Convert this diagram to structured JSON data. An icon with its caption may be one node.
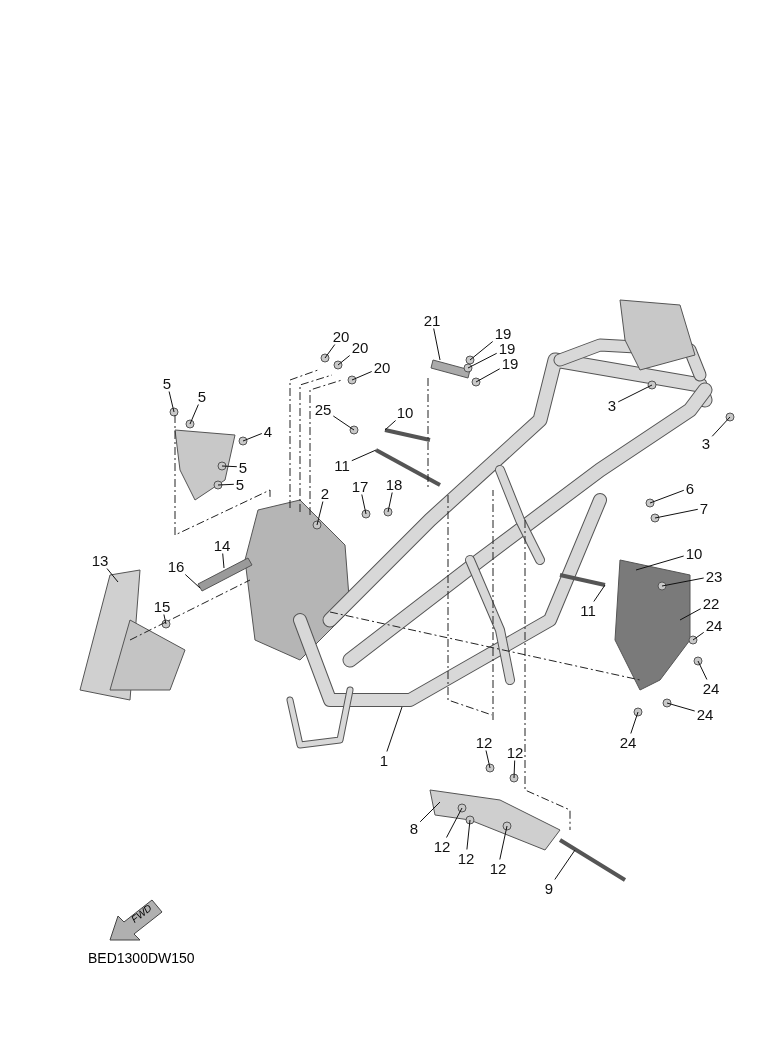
{
  "diagram": {
    "nodes": [
      {
        "text": [
          "20"
        ]
      },
      {
        "text": [
          "21"
        ]
      },
      {
        "text": [
          "19"
        ]
      },
      {
        "text": [
          "20"
        ]
      },
      {
        "text": [
          "19"
        ]
      },
      {
        "text": [
          "20"
        ]
      },
      {
        "text": [
          "19"
        ]
      },
      {
        "text": [
          "5"
        ]
      },
      {
        "text": [
          "5"
        ]
      },
      {
        "text": [
          "3"
        ]
      },
      {
        "text": [
          "25"
        ]
      },
      {
        "text": [
          "10"
        ]
      },
      {
        "text": [
          "4"
        ]
      },
      {
        "text": [
          "3"
        ]
      },
      {
        "text": [
          "11"
        ]
      },
      {
        "text": [
          "5"
        ]
      },
      {
        "text": [
          "18"
        ]
      },
      {
        "text": [
          "5"
        ]
      },
      {
        "text": [
          "17"
        ]
      },
      {
        "text": [
          "2"
        ]
      },
      {
        "text": [
          "6"
        ]
      },
      {
        "text": [
          "7"
        ]
      },
      {
        "text": [
          "10"
        ]
      },
      {
        "text": [
          "14"
        ]
      },
      {
        "text": [
          "13"
        ]
      },
      {
        "text": [
          "23"
        ]
      },
      {
        "text": [
          "16"
        ]
      },
      {
        "text": [
          "15"
        ]
      },
      {
        "text": [
          "22"
        ]
      },
      {
        "text": [
          "11"
        ]
      },
      {
        "text": [
          "24"
        ]
      },
      {
        "text": [
          "24"
        ]
      },
      {
        "text": [
          "24"
        ]
      },
      {
        "text": [
          "12"
        ]
      },
      {
        "text": [
          "24"
        ]
      },
      {
        "text": [
          "12"
        ]
      },
      {
        "text": [
          "1"
        ]
      },
      {
        "text": [
          "8"
        ]
      },
      {
        "text": [
          "12"
        ]
      },
      {
        "text": [
          "12"
        ]
      },
      {
        "text": [
          "12"
        ]
      },
      {
        "text": [
          "9"
        ]
      }
    ],
    "edges": [
      {
        "from": 0,
        "to": null,
        "arrow": "none"
      },
      {
        "from": 1,
        "to": null,
        "arrow": "none"
      },
      {
        "from": 2,
        "to": null,
        "arrow": "none"
      },
      {
        "from": 3,
        "to": null,
        "arrow": "none"
      },
      {
        "from": 4,
        "to": null,
        "arrow": "none"
      },
      {
        "from": 5,
        "to": null,
        "arrow": "none"
      },
      {
        "from": 6,
        "to": null,
        "arrow": "none"
      },
      {
        "from": 7,
        "to": null,
        "arrow": "none"
      },
      {
        "from": 8,
        "to": null,
        "arrow": "none"
      },
      {
        "from": 9,
        "to": null,
        "arrow": "none"
      },
      {
        "from": 10,
        "to": null,
        "arrow": "none"
      },
      {
        "from": 11,
        "to": null,
        "arrow": "none"
      },
      {
        "from": 12,
        "to": null,
        "arrow": "none"
      },
      {
        "from": 13,
        "to": null,
        "arrow": "none"
      },
      {
        "from": 14,
        "to": null,
        "arrow": "none"
      },
      {
        "from": 15,
        "to": null,
        "arrow": "none"
      },
      {
        "from": 16,
        "to": null,
        "arrow": "none"
      },
      {
        "from": 17,
        "to": null,
        "arrow": "none"
      },
      {
        "from": 18,
        "to": null,
        "arrow": "none"
      },
      {
        "from": 19,
        "to": null,
        "arrow": "none"
      },
      {
        "from": 20,
        "to": null,
        "arrow": "none"
      },
      {
        "from": 21,
        "to": null,
        "arrow": "none"
      },
      {
        "from": 22,
        "to": null,
        "arrow": "none"
      },
      {
        "from": 23,
        "to": null,
        "arrow": "none"
      },
      {
        "from": 24,
        "to": null,
        "arrow": "none"
      },
      {
        "from": 25,
        "to": null,
        "arrow": "none"
      },
      {
        "from": 26,
        "to": null,
        "arrow": "none"
      },
      {
        "from": 27,
        "to": null,
        "arrow": "none"
      },
      {
        "from": 28,
        "to": null,
        "arrow": "none"
      },
      {
        "from": 29,
        "to": null,
        "arrow": "none"
      },
      {
        "from": 30,
        "to": null,
        "arrow": "none"
      },
      {
        "from": 31,
        "to": null,
        "arrow": "none"
      },
      {
        "from": 32,
        "to": null,
        "arrow": "none"
      },
      {
        "from": 33,
        "to": null,
        "arrow": "none"
      },
      {
        "from": 34,
        "to": null,
        "arrow": "none"
      },
      {
        "from": 35,
        "to": null,
        "arrow": "none"
      },
      {
        "from": 36,
        "to": null,
        "arrow": "none"
      },
      {
        "from": 37,
        "to": null,
        "arrow": "none"
      },
      {
        "from": 38,
        "to": null,
        "arrow": "none"
      },
      {
        "from": 39,
        "to": null,
        "arrow": "none"
      },
      {
        "from": 40,
        "to": null,
        "arrow": "none"
      },
      {
        "from": 41,
        "to": null,
        "arrow": "none"
      }
    ],
    "labels": [
      "FWD",
      "BED1300DW150"
    ]
  }
}
